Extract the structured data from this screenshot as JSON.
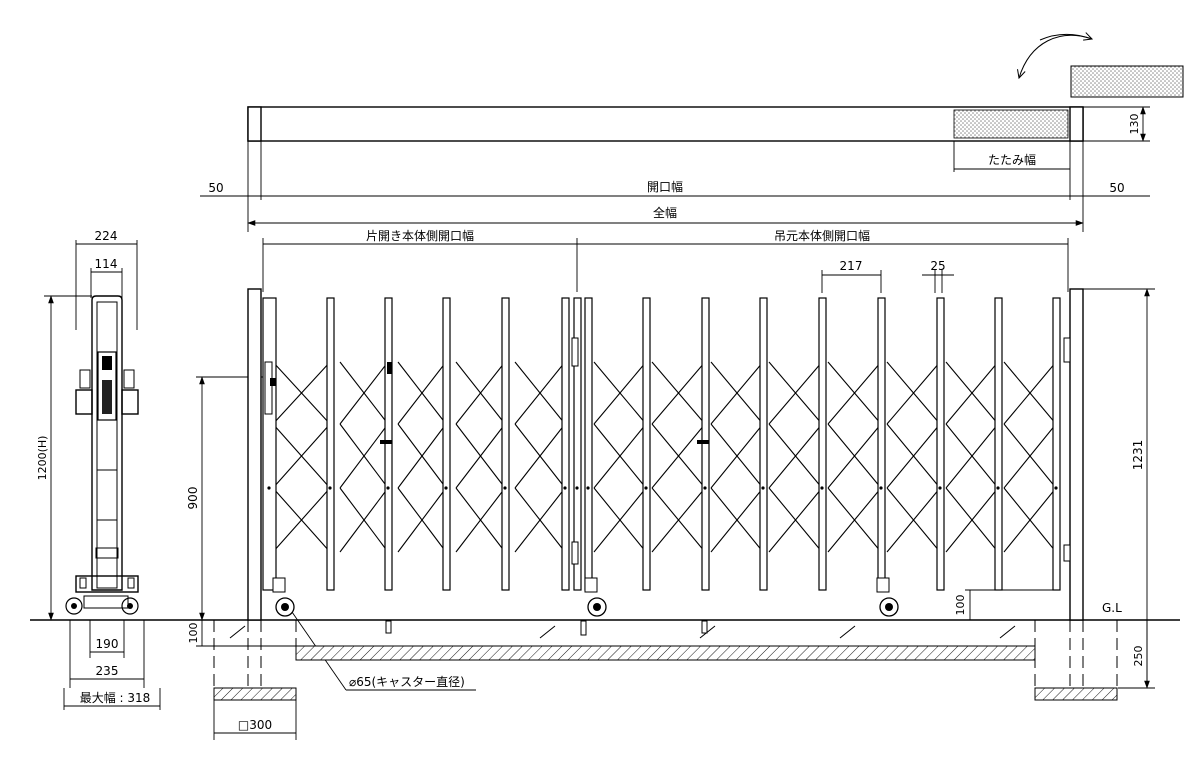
{
  "labels": {
    "opening_width": "開口幅",
    "total_width": "全幅",
    "left_opening": "片開き本体側開口幅",
    "right_opening": "吊元本体側開口幅",
    "folded_width": "たたみ幅",
    "ground_level": "G.L",
    "max_width": "最大幅 : 318",
    "caster": "⌀65(キャスター直径)",
    "footing": "□300"
  },
  "dimensions": {
    "left_margin": "50",
    "right_margin": "50",
    "pitch": "217",
    "bar_width": "25",
    "rail_height": "130",
    "overall_height": "1231",
    "latch_height": "900",
    "foundation_top": "100",
    "base_offset": "100",
    "foundation_depth": "250",
    "side_top_width": "224",
    "side_inner_width": "114",
    "side_height": "1200(H)",
    "side_base_width": "190",
    "side_foot_width": "235"
  },
  "colors": {
    "line": "#000000",
    "background": "#ffffff",
    "dot_fill": "#9a9a9a"
  }
}
